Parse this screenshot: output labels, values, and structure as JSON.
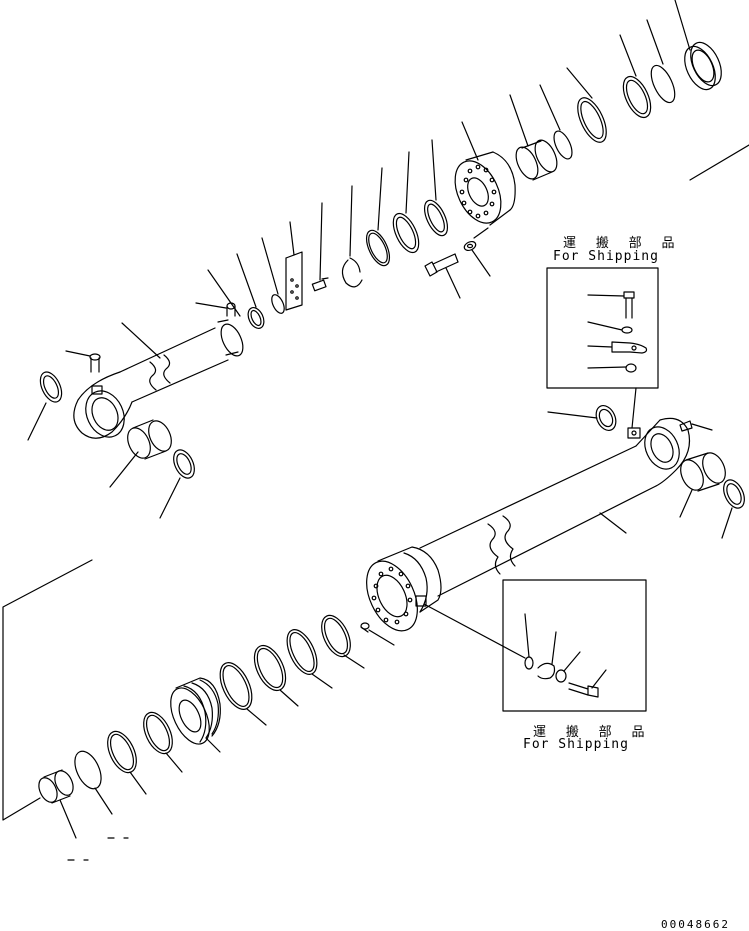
{
  "labels": {
    "shipping_jp": "運 搬 部 品",
    "shipping_en": "For Shipping",
    "drawing_code": "00048662"
  }
}
